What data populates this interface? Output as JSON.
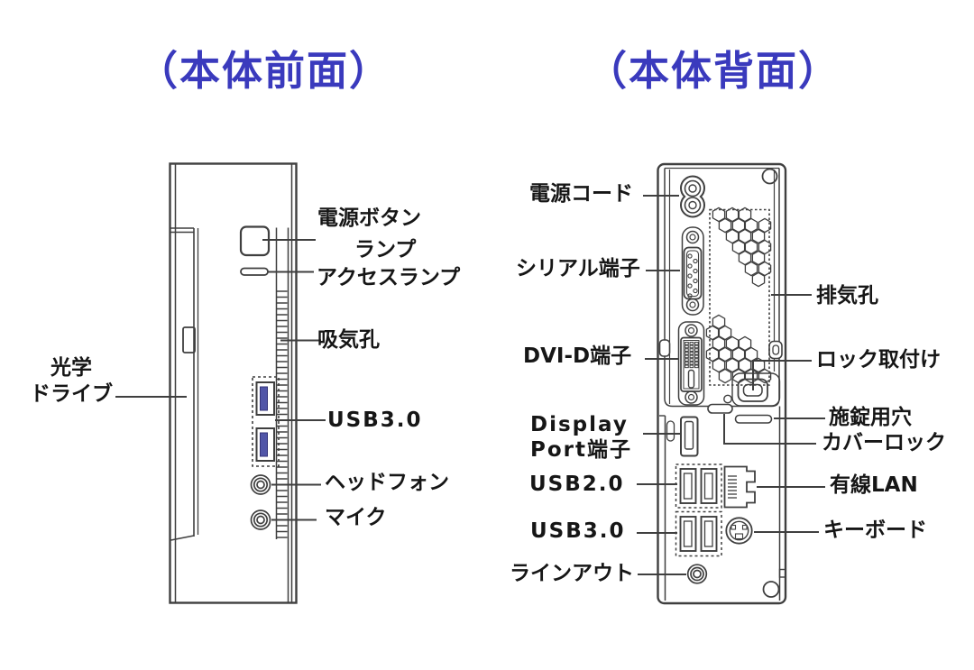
{
  "titles": {
    "front": "（本体前面）",
    "back": "（本体背面）"
  },
  "front": {
    "labels": {
      "power_lamp": [
        "電源ボタン",
        "ランプ"
      ],
      "access_lamp": "アクセスランプ",
      "intake_vent": "吸気孔",
      "usb3": "USB3.0",
      "headphone": "ヘッドフォン",
      "mic": "マイク",
      "optical_drive": [
        "光学",
        "ドライブ"
      ]
    }
  },
  "back": {
    "labels": {
      "power_cord": "電源コード",
      "serial": "シリアル端子",
      "dvi": "DVI-D端子",
      "displayport": [
        "Display",
        "Port端子"
      ],
      "usb2": "USB2.0",
      "usb3": "USB3.0",
      "line_out": "ラインアウト",
      "exhaust_vent": "排気孔",
      "lock_mount": "ロック取付け",
      "lock_hole": "施錠用穴",
      "cover_lock": "カバーロック",
      "wired_lan": "有線LAN",
      "keyboard": "キーボード"
    }
  },
  "colors": {
    "title_text": "#3a3abd",
    "label_text": "#161616",
    "line": "#3f3f3f",
    "usb_tongue": "#5156a8"
  }
}
